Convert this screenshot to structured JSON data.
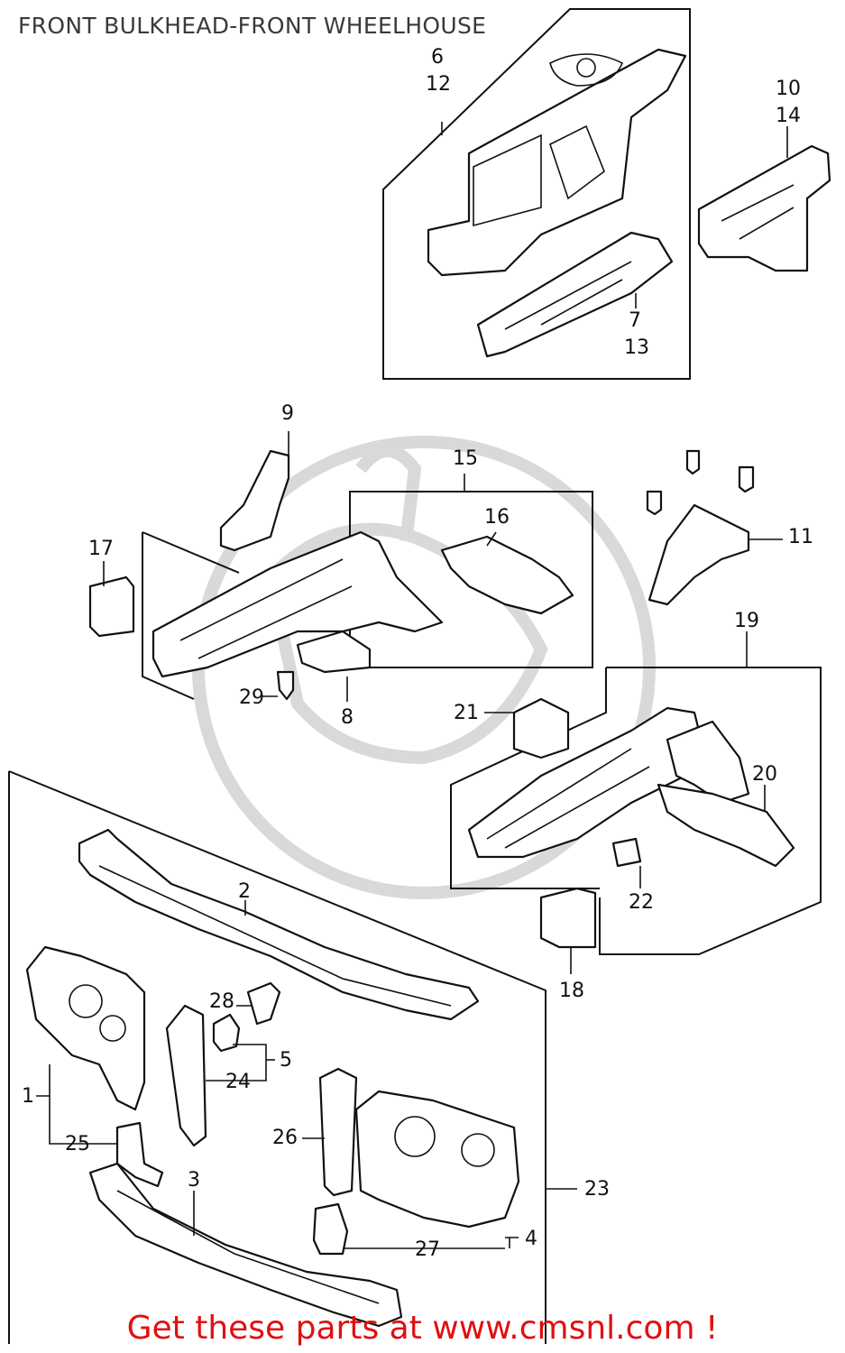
{
  "title": "FRONT BULKHEAD-FRONT WHEELHOUSE",
  "footer": "Get these parts at www.cmsnl.com !",
  "colors": {
    "footer": "#e01010",
    "title": "#3a3a3a",
    "lines": "#111111",
    "watermark": "#d9d9d9"
  },
  "callouts": {
    "c1": "1",
    "c2": "2",
    "c3": "3",
    "c4": "4",
    "c5": "5",
    "c6": "6",
    "c7": "7",
    "c8": "8",
    "c9": "9",
    "c10": "10",
    "c11": "11",
    "c12": "12",
    "c13": "13",
    "c14": "14",
    "c15": "15",
    "c16": "16",
    "c17": "17",
    "c18": "18",
    "c19": "19",
    "c20": "20",
    "c21": "21",
    "c22": "22",
    "c23": "23",
    "c24": "24",
    "c25": "25",
    "c26": "26",
    "c27": "27",
    "c28": "28",
    "c29": "29"
  }
}
